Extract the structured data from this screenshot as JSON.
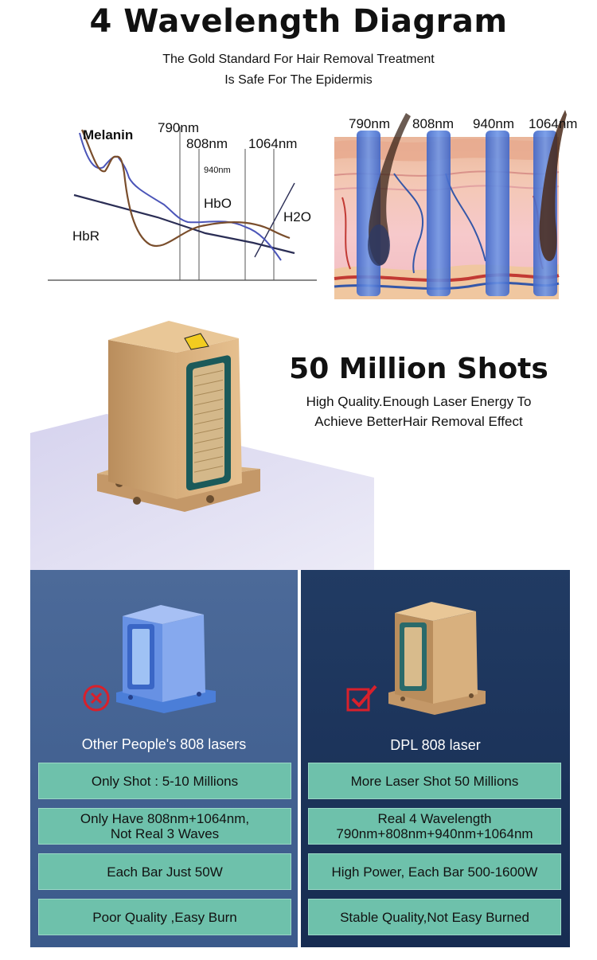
{
  "header": {
    "title": "4 Wavelength Diagram",
    "subtitle_line1": "The Gold Standard For Hair Removal Treatment",
    "subtitle_line2": "Is Safe For The Epidermis"
  },
  "absorption_graph": {
    "labels": {
      "melanin": "Melanin",
      "hbr": "HbR",
      "hbo": "HbO",
      "h2o": "H2O",
      "w790": "790nm",
      "w808": "808nm",
      "w940": "940nm",
      "w1064": "1064nm"
    },
    "colors": {
      "melanin": "#7a4e2c",
      "hbr": "#2b2e55",
      "hbo": "#4b55b8",
      "h2o": "#2b2e55"
    }
  },
  "cross_section": {
    "labels": [
      "790nm",
      "808nm",
      "940nm",
      "1064nm"
    ]
  },
  "shots": {
    "title": "50 Million Shots",
    "line1": "High Quality.Enough Laser Energy To",
    "line2": "Achieve BetterHair Removal Effect"
  },
  "comparison": {
    "left": {
      "title": "Other People's 808 lasers",
      "mark_icon": "cross-circle-icon",
      "items": [
        "Only Shot : 5-10 Millions",
        "Only Have 808nm+1064nm,",
        "Not Real 3 Waves",
        "Each Bar Just 50W",
        "Poor Quality ,Easy Burn"
      ]
    },
    "right": {
      "title": "DPL 808 laser",
      "mark_icon": "check-box-icon",
      "items": [
        "More Laser Shot 50 Millions",
        "Real 4 Wavelength",
        "790nm+808nm+940nm+1064nm",
        "High Power, Each Bar 500-1600W",
        "Stable Quality,Not Easy Burned"
      ]
    }
  },
  "colors": {
    "gold": "#c9a070",
    "panel_left": "#4c6a99",
    "panel_right": "#1c3359",
    "feature_box": "#6ec1ab",
    "mark_red": "#d8202b"
  }
}
